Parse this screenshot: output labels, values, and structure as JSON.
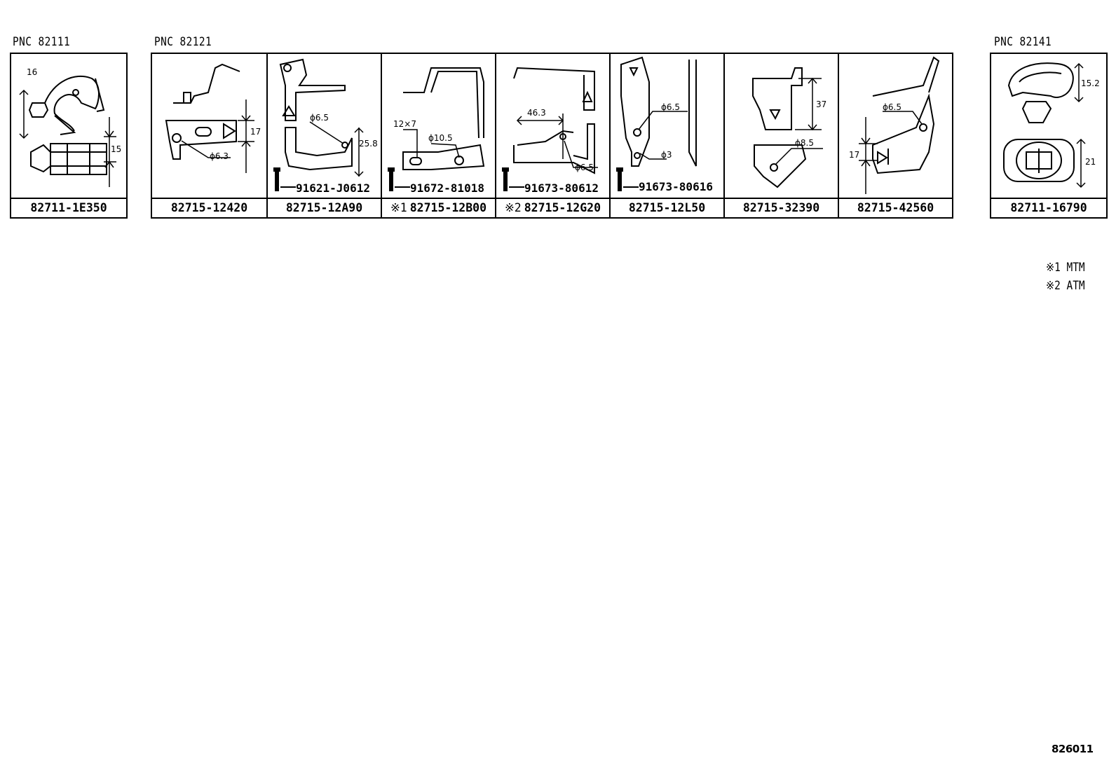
{
  "pnc_labels": [
    "PNC 82111",
    "PNC 82121",
    "PNC 82141"
  ],
  "groups": {
    "g82111": {
      "cells": [
        {
          "part": "82711-1E350",
          "dims": [
            "16",
            "15"
          ]
        }
      ]
    },
    "g82121": {
      "cells": [
        {
          "part": "82715-12420",
          "dims": [
            "17",
            "ϕ6.3"
          ]
        },
        {
          "part": "82715-12A90",
          "dims": [
            "ϕ6.5",
            "25.8"
          ],
          "bolt": "91621-J0612"
        },
        {
          "part": "82715-12B00",
          "mark": "※1",
          "dims": [
            "12×7",
            "ϕ10.5"
          ],
          "bolt": "91672-81018"
        },
        {
          "part": "82715-12G20",
          "mark": "※2",
          "dims": [
            "46.3",
            "ϕ6.5"
          ],
          "bolt": "91673-80612"
        },
        {
          "part": "82715-12L50",
          "dims": [
            "ϕ6.5",
            "ϕ3"
          ],
          "bolt": "91673-80616"
        },
        {
          "part": "82715-32390",
          "dims": [
            "37",
            "ϕ8.5"
          ]
        },
        {
          "part": "82715-42560",
          "dims": [
            "ϕ6.5",
            "17"
          ]
        }
      ]
    },
    "g82141": {
      "cells": [
        {
          "part": "82711-16790",
          "dims": [
            "15.2",
            "21"
          ]
        }
      ]
    }
  },
  "notes": [
    "※1 MTM",
    "※2 ATM"
  ],
  "figure_number": "826011"
}
